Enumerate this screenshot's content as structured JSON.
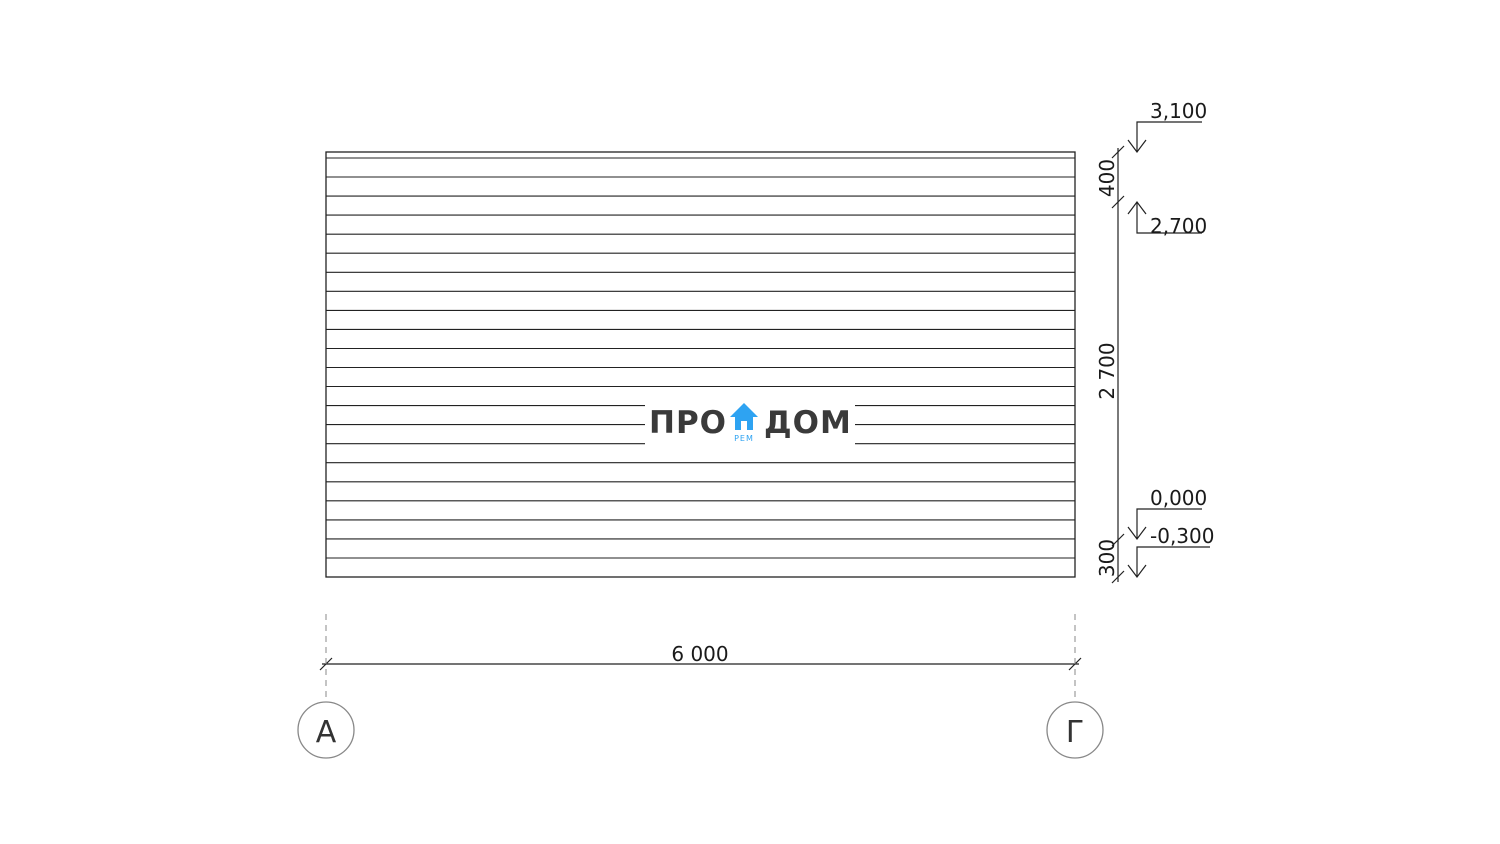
{
  "elevation": {
    "board_rows": 22,
    "line_color": "#222222",
    "axis_circle_color": "#888888"
  },
  "levels": {
    "top": "3,100",
    "wall_top": "2,700",
    "floor": "0,000",
    "ground": "-0,300"
  },
  "dimensions": {
    "gable_height": "400",
    "wall_height": "2 700",
    "plinth_height": "300",
    "width": "6 000"
  },
  "axes": {
    "left": "А",
    "right": "Г"
  },
  "watermark": {
    "left": "ПРО",
    "right": "ДОМ",
    "sub": "РЕМ",
    "house_icon": "house-icon",
    "accent_color": "#2ea3f2"
  }
}
